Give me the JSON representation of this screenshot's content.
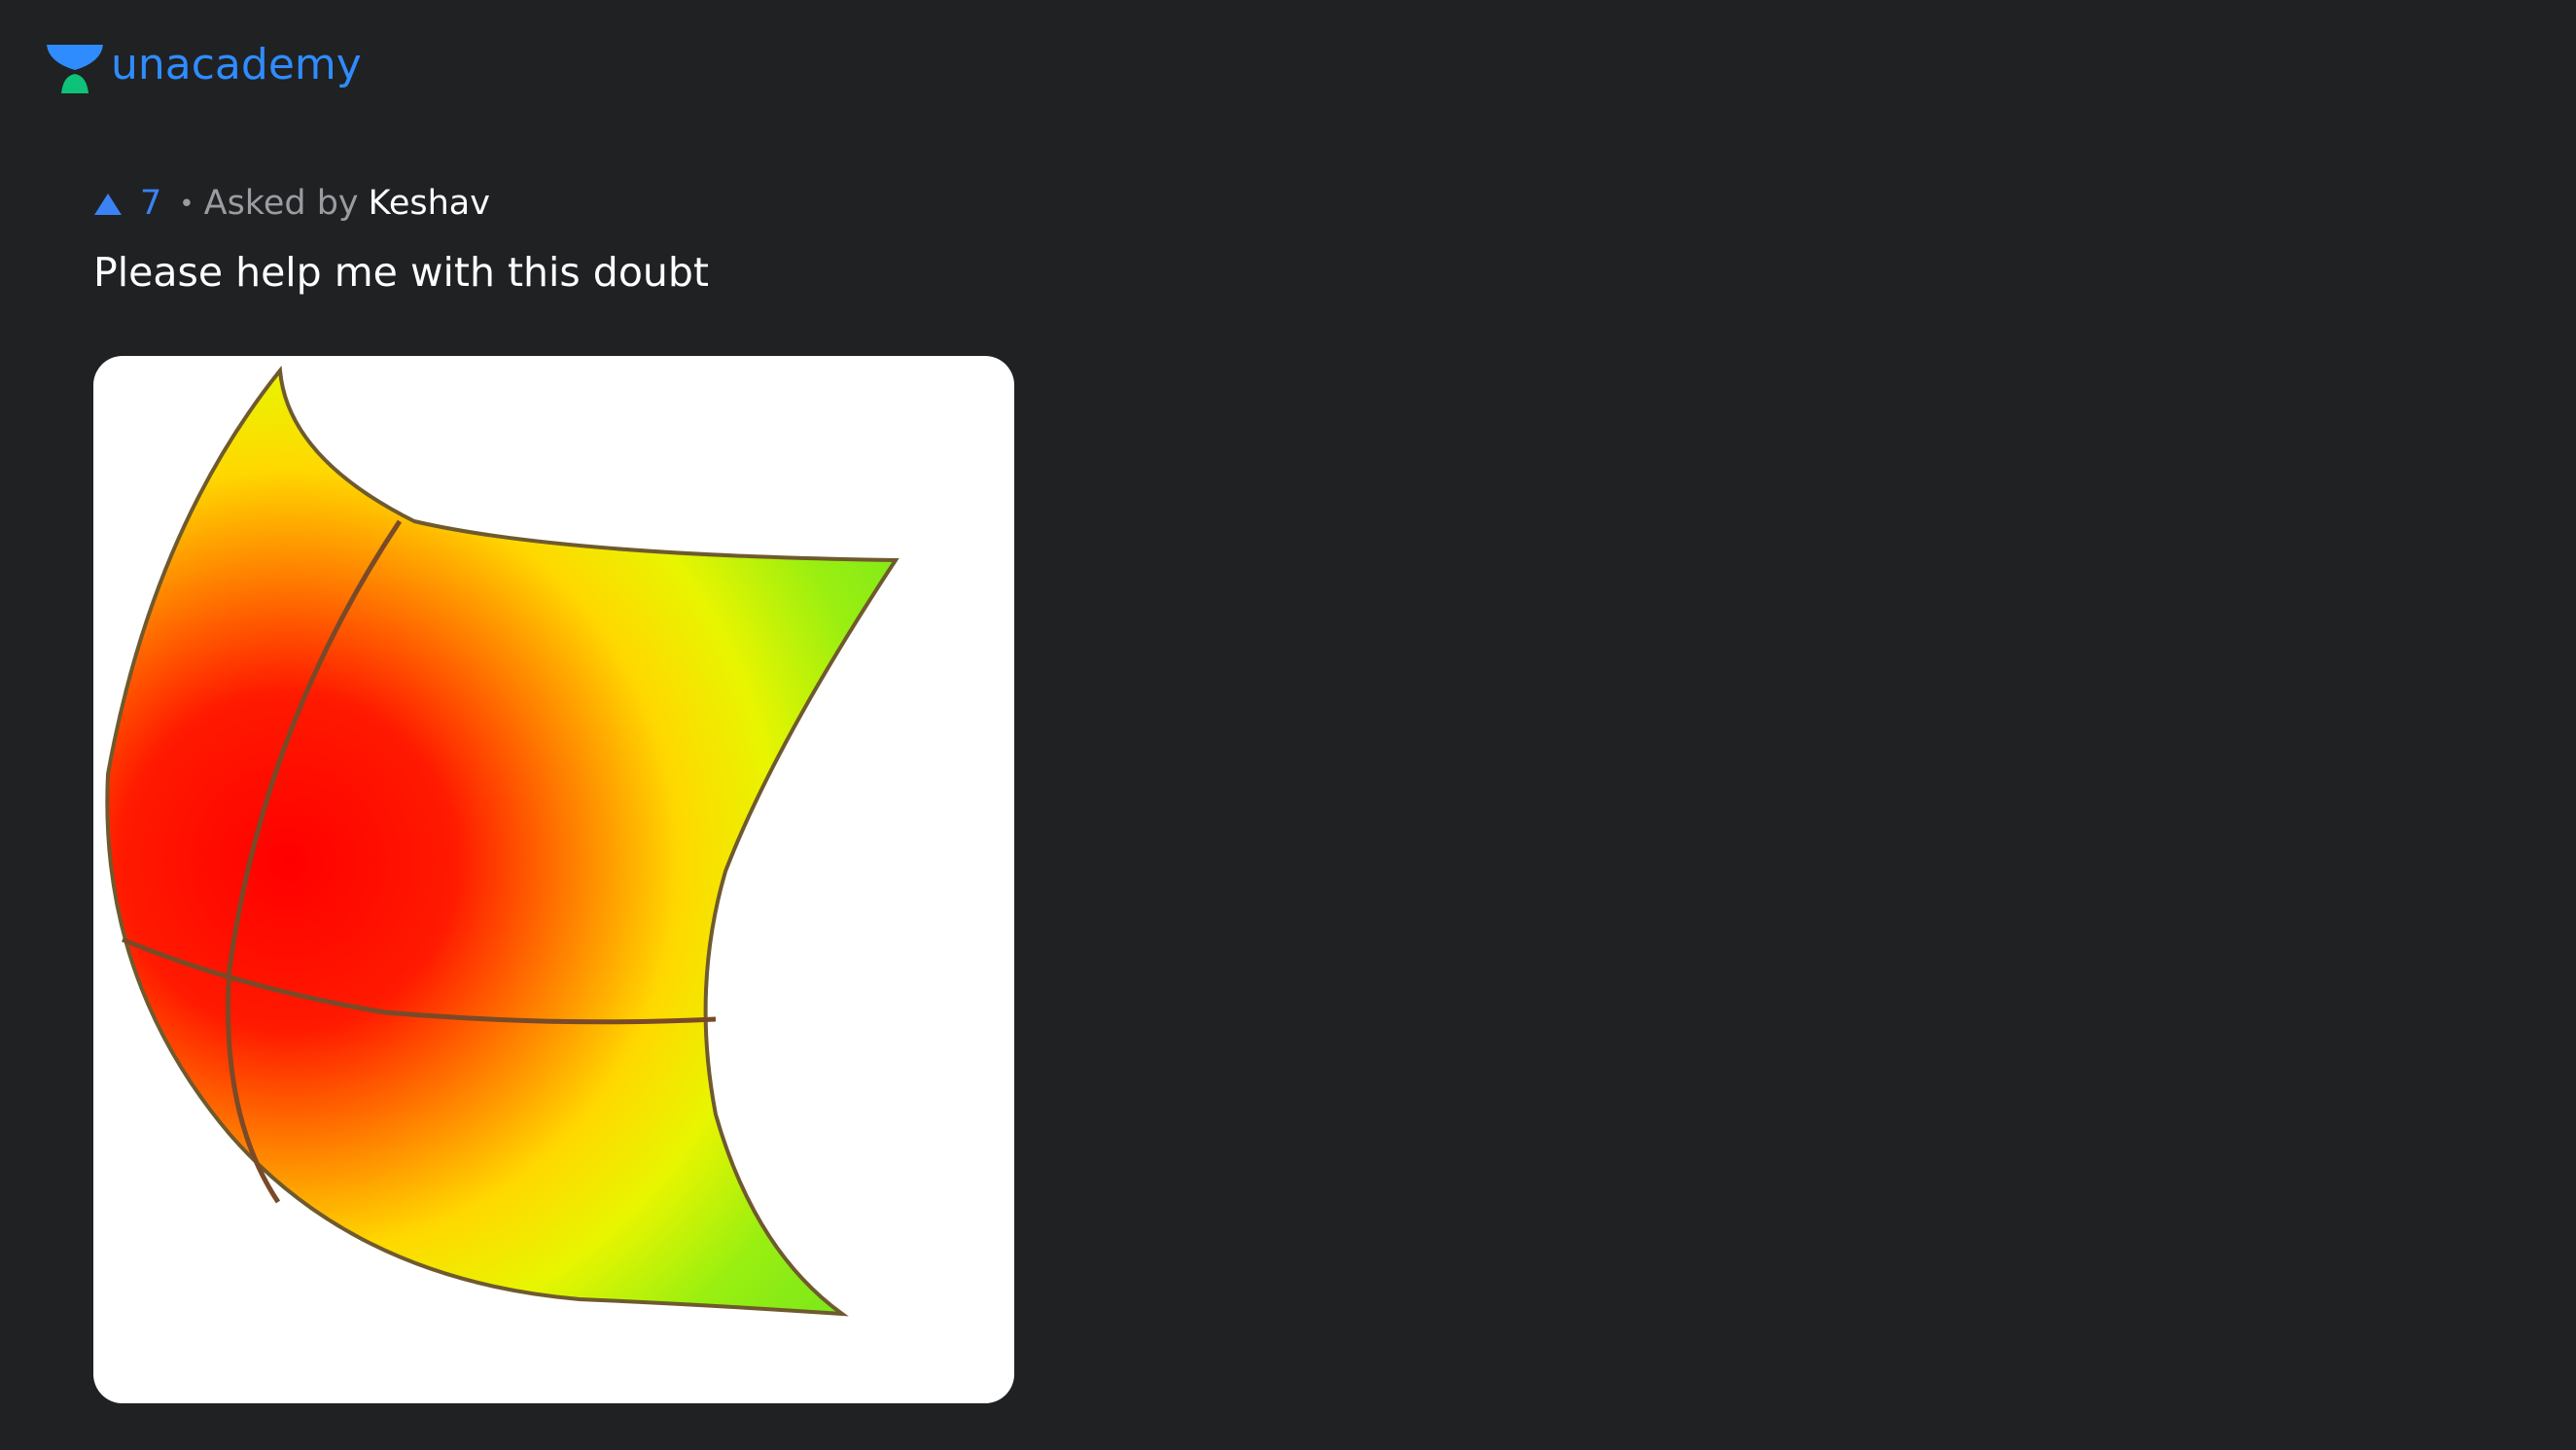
{
  "brand": {
    "name": "unacademy",
    "logo_icon": "unacademy-logo-icon",
    "colors": {
      "cup": "#2f8cff",
      "person": "#0fc27a",
      "text": "#2f8cff"
    }
  },
  "question": {
    "upvote_icon": "upvote-triangle-icon",
    "upvotes": "7",
    "separator": "•",
    "asked_by_label": "Asked by",
    "author": "Keshav",
    "text": "Please help me with this doubt"
  },
  "attachment": {
    "kind": "image",
    "depicts": "curved-surface-heatmap"
  },
  "theme": {
    "background": "#202123",
    "accent": "#3b82f6",
    "muted_text": "#9a9ca1",
    "primary_text": "#ffffff"
  }
}
